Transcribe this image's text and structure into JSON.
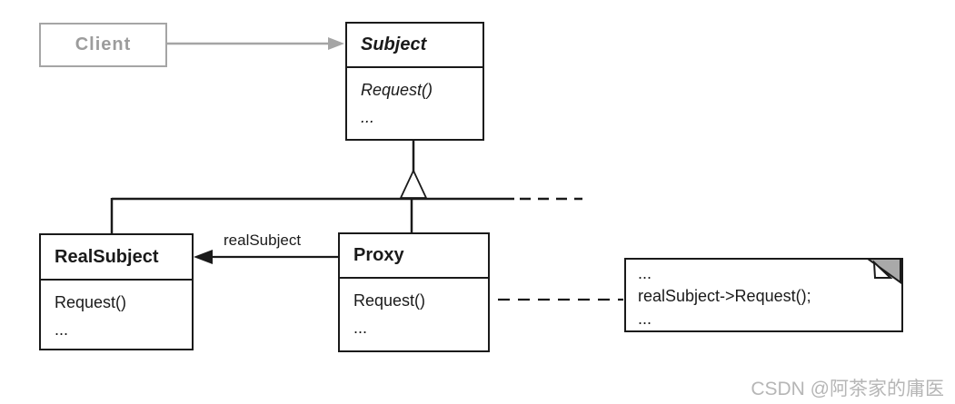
{
  "nodes": {
    "client": {
      "label": "Client"
    },
    "subject": {
      "title": "Subject",
      "methods": [
        "Request()",
        "..."
      ]
    },
    "real_subject": {
      "title": "RealSubject",
      "methods": [
        "Request()",
        "..."
      ]
    },
    "proxy": {
      "title": "Proxy",
      "methods": [
        "Request()",
        "..."
      ]
    }
  },
  "edges": {
    "association_label": "realSubject"
  },
  "note": {
    "lines": [
      "...",
      "realSubject->Request();",
      "..."
    ]
  },
  "watermark": "CSDN @阿茶家的庸医",
  "colors": {
    "line": "#1a1a1a",
    "gray_client": "#a5a5a5",
    "gray_client_text": "#9c9c9c",
    "note_fold": "#a9a9a9",
    "watermark": "#b6b6b6",
    "background": "#ffffff"
  }
}
